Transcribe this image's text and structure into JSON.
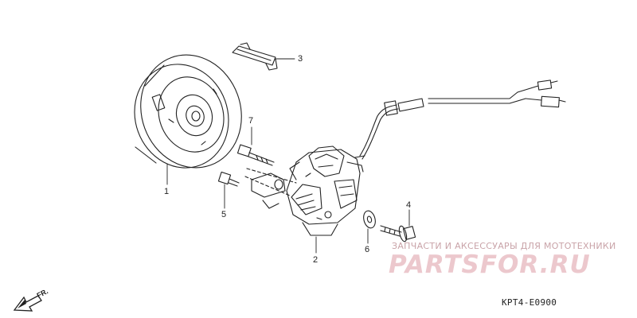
{
  "callouts": [
    {
      "id": "1",
      "label": "1"
    },
    {
      "id": "2",
      "label": "2"
    },
    {
      "id": "3",
      "label": "3"
    },
    {
      "id": "4",
      "label": "4"
    },
    {
      "id": "5",
      "label": "5"
    },
    {
      "id": "6",
      "label": "6"
    },
    {
      "id": "7",
      "label": "7"
    }
  ],
  "watermark": {
    "tagline": "ЗАПЧАСТИ И АКСЕССУАРЫ ДЛЯ МОТОТЕХНИКИ",
    "brand": "PARTSFOR.RU",
    "color": "#e4b8bd"
  },
  "diagram_code": "KPT4-E0900",
  "direction_marker": {
    "label": "FR.",
    "icon": "front-direction-arrow-icon"
  }
}
